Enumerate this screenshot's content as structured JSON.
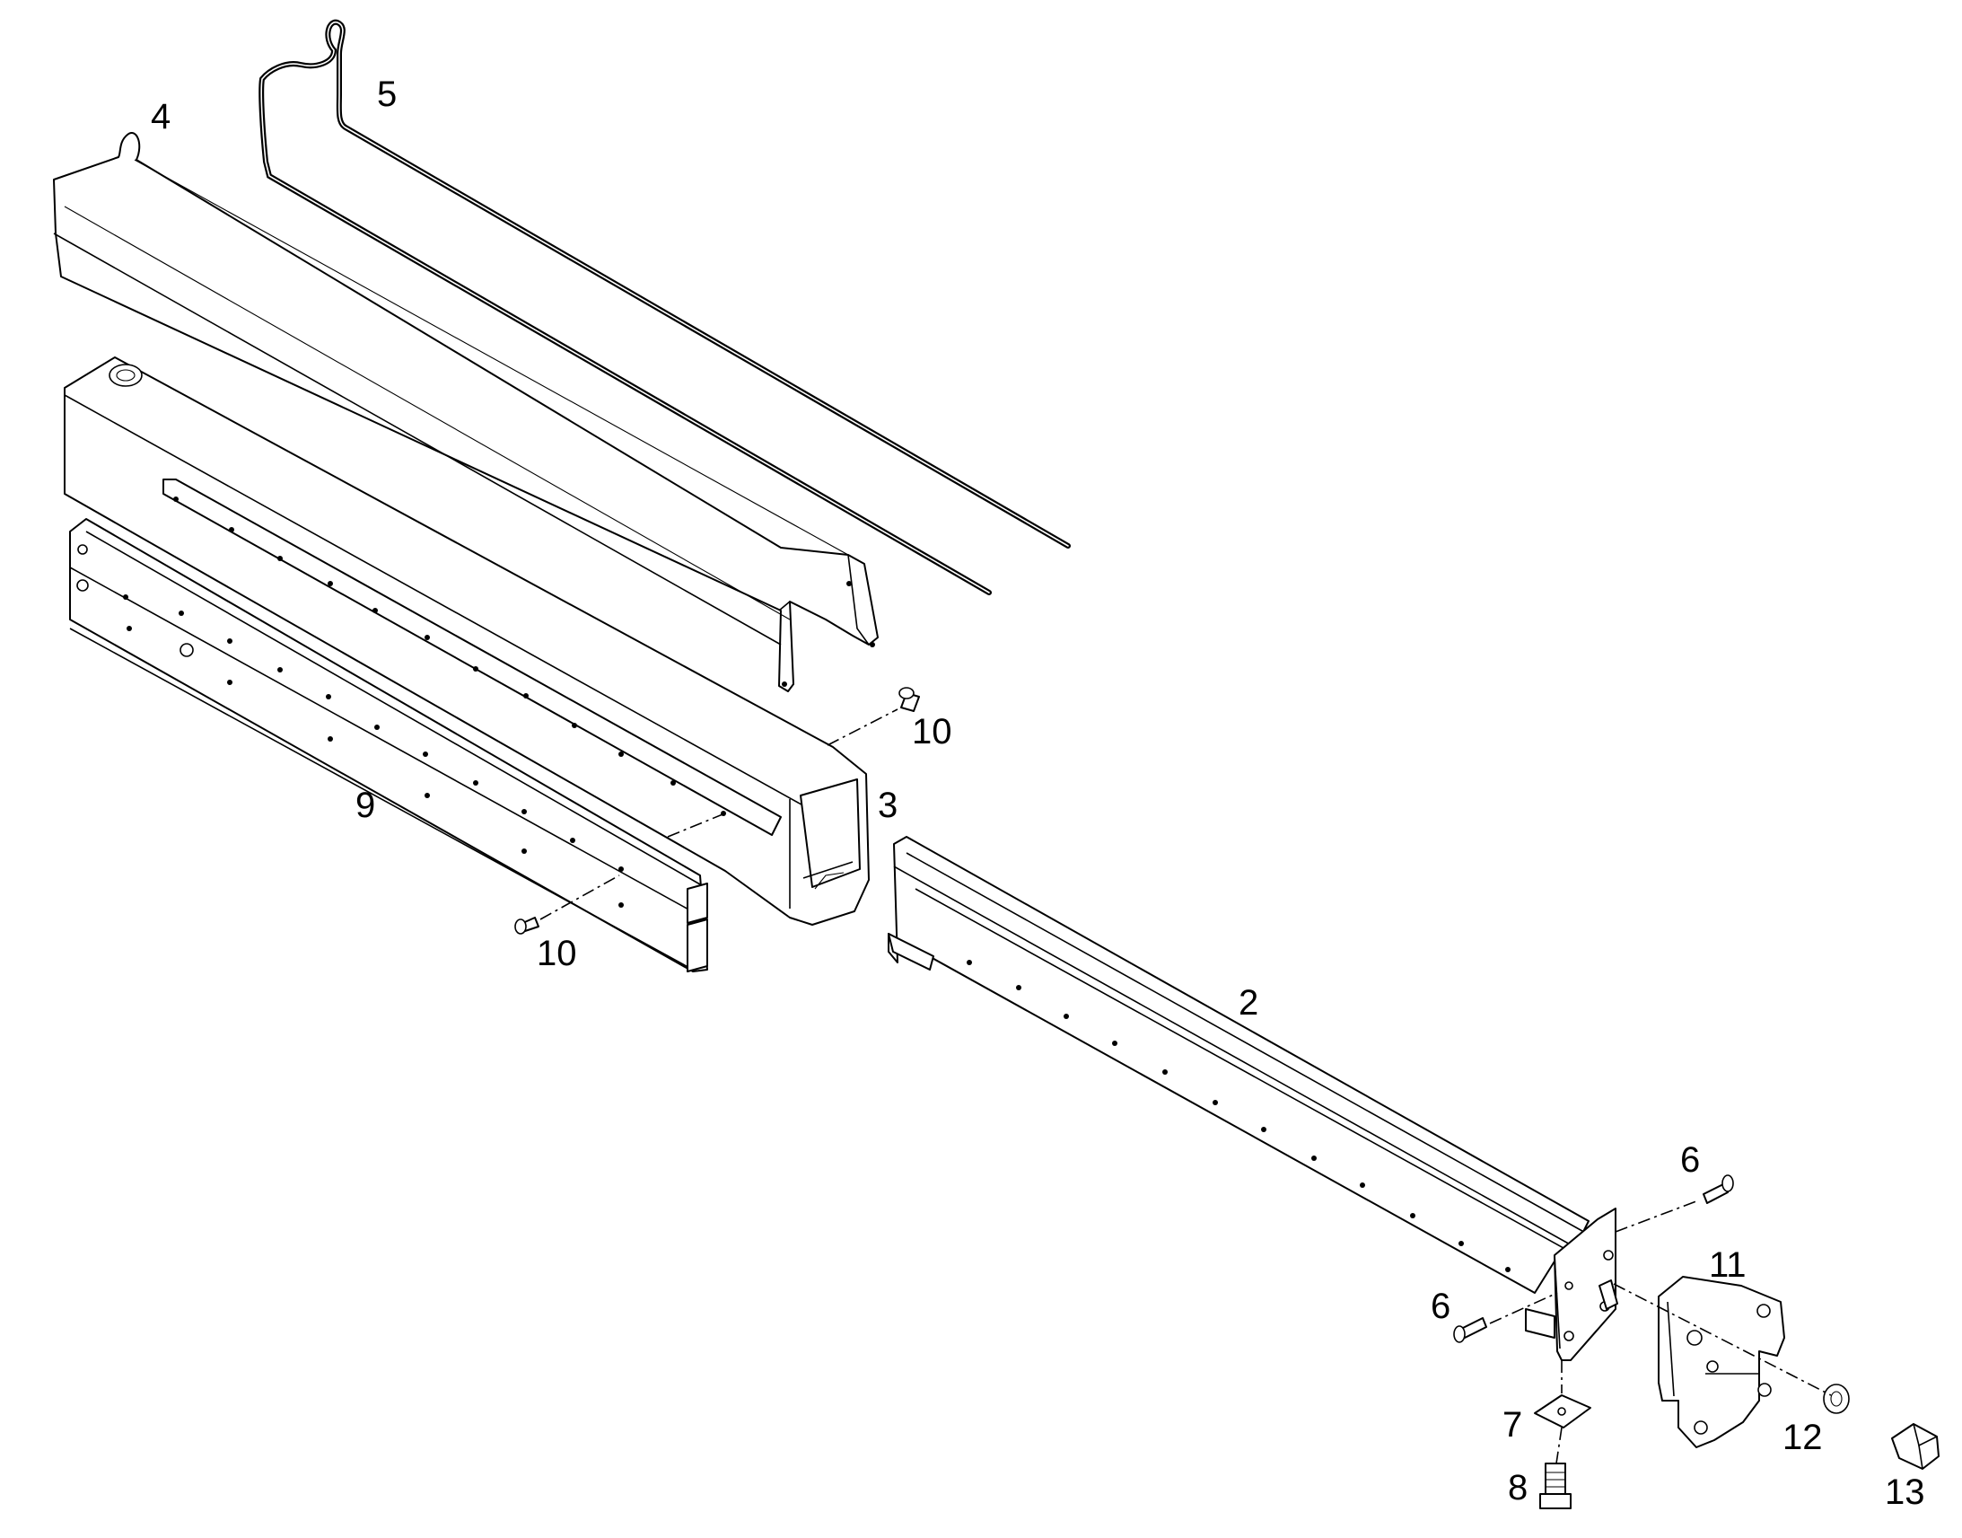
{
  "callouts": {
    "c2": "2",
    "c3": "3",
    "c4": "4",
    "c5": "5",
    "c6a": "6",
    "c6b": "6",
    "c7": "7",
    "c8": "8",
    "c9": "9",
    "c10a": "10",
    "c10b": "10",
    "c11": "11",
    "c12": "12",
    "c13": "13"
  }
}
